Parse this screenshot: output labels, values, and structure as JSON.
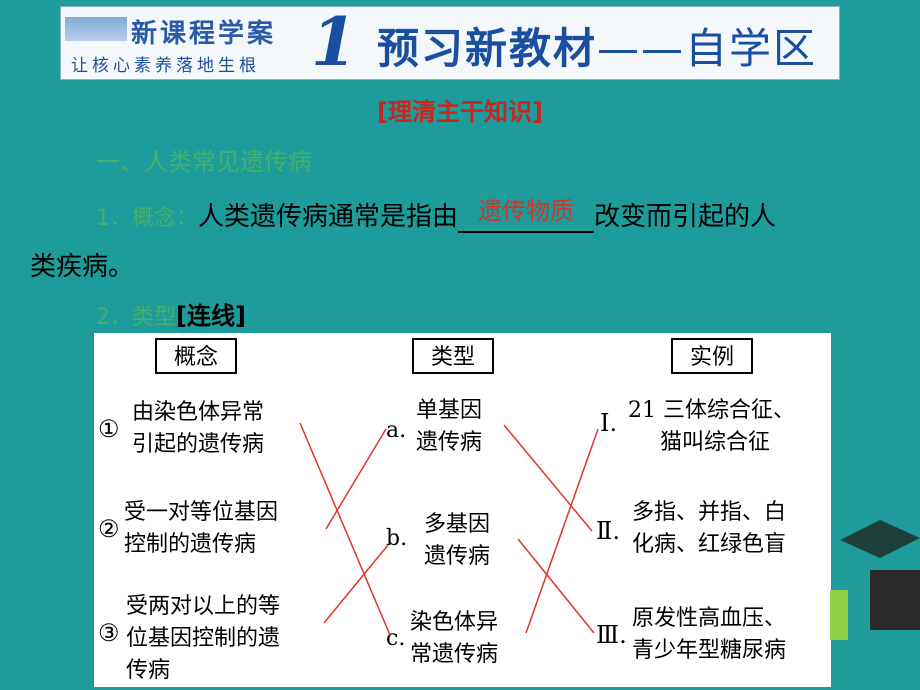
{
  "banner": {
    "title": "新课程学案",
    "slogan": "让核心素养落地生根",
    "number": "1",
    "heading_main": "预习新教材",
    "heading_dash": "——",
    "heading_sub": "自学区"
  },
  "subtitle": "[理清主干知识]",
  "section_heading": "一、人类常见遗传病",
  "item1": {
    "label": "1．概念：",
    "text_before": "人类遗传病通常是指由",
    "blank_answer": "遗传物质",
    "text_after": "改变而引起的人",
    "continuation": "类疾病。"
  },
  "item2": {
    "label": "2．类型",
    "tag": "[连线]"
  },
  "figure": {
    "headers": {
      "concept": "概念",
      "type": "类型",
      "example": "实例"
    },
    "concepts": [
      {
        "num": "①",
        "line1": "由染色体异常",
        "line2": "引起的遗传病",
        "line3": ""
      },
      {
        "num": "②",
        "line1": "受一对等位基因",
        "line2": "控制的遗传病",
        "line3": ""
      },
      {
        "num": "③",
        "line1": "受两对以上的等",
        "line2": "位基因控制的遗",
        "line3": "传病"
      }
    ],
    "types": [
      {
        "mark": "a.",
        "line1": "单基因",
        "line2": "遗传病"
      },
      {
        "mark": "b.",
        "line1": "多基因",
        "line2": "遗传病"
      },
      {
        "mark": "c.",
        "line1": "染色体异",
        "line2": "常遗传病"
      }
    ],
    "examples": [
      {
        "mark": "Ⅰ.",
        "line1": "21 三体综合征、",
        "line2": "猫叫综合征"
      },
      {
        "mark": "Ⅱ.",
        "line1": "多指、并指、白",
        "line2": "化病、红绿色盲"
      },
      {
        "mark": "Ⅲ.",
        "line1": "原发性高血压、",
        "line2": "青少年型糖尿病"
      }
    ],
    "line_color": "#e0362a"
  }
}
